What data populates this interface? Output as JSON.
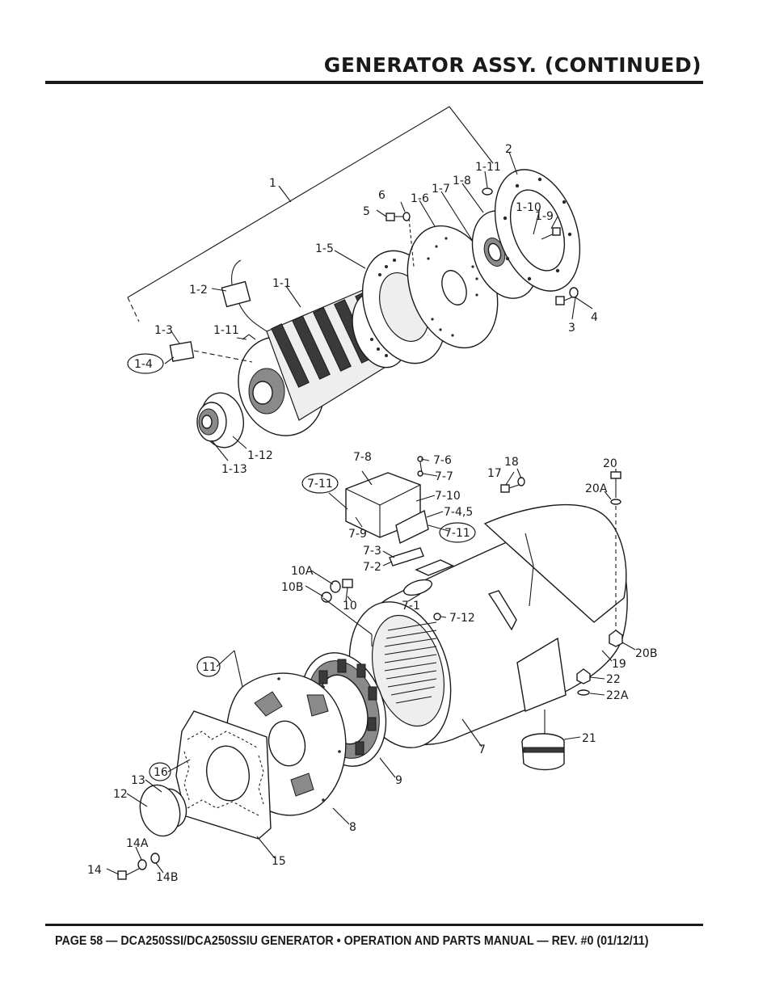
{
  "header": {
    "title": "GENERATOR ASSY. (CONTINUED)"
  },
  "footer": {
    "text": "PAGE 58 — DCA250SSI/DCA250SSIU GENERATOR • OPERATION AND PARTS MANUAL — REV. #0 (01/12/11)"
  },
  "callouts": {
    "c1": "1",
    "c1_1": "1-1",
    "c1_2": "1-2",
    "c1_3": "1-3",
    "c1_4": "1-4",
    "c1_5": "1-5",
    "c1_6": "1-6",
    "c1_7": "1-7",
    "c1_8": "1-8",
    "c1_9": "1-9",
    "c1_10": "1-10",
    "c1_11a": "1-11",
    "c1_11b": "1-11",
    "c1_12": "1-12",
    "c1_13": "1-13",
    "c2": "2",
    "c3": "3",
    "c4": "4",
    "c5": "5",
    "c6": "6",
    "c7": "7",
    "c7_1": "7-1",
    "c7_2": "7-2",
    "c7_3": "7-3",
    "c7_45": "7-4,5",
    "c7_6": "7-6",
    "c7_7": "7-7",
    "c7_8": "7-8",
    "c7_9": "7-9",
    "c7_10": "7-10",
    "c7_11a": "7-11",
    "c7_11b": "7-11",
    "c7_12": "7-12",
    "c8": "8",
    "c9": "9",
    "c10": "10",
    "c10A": "10A",
    "c10B": "10B",
    "c11": "11",
    "c12": "12",
    "c13": "13",
    "c14": "14",
    "c14A": "14A",
    "c14B": "14B",
    "c15": "15",
    "c16": "16",
    "c17": "17",
    "c18": "18",
    "c19": "19",
    "c20": "20",
    "c20A": "20A",
    "c20B": "20B",
    "c21": "21",
    "c22": "22",
    "c22A": "22A"
  }
}
